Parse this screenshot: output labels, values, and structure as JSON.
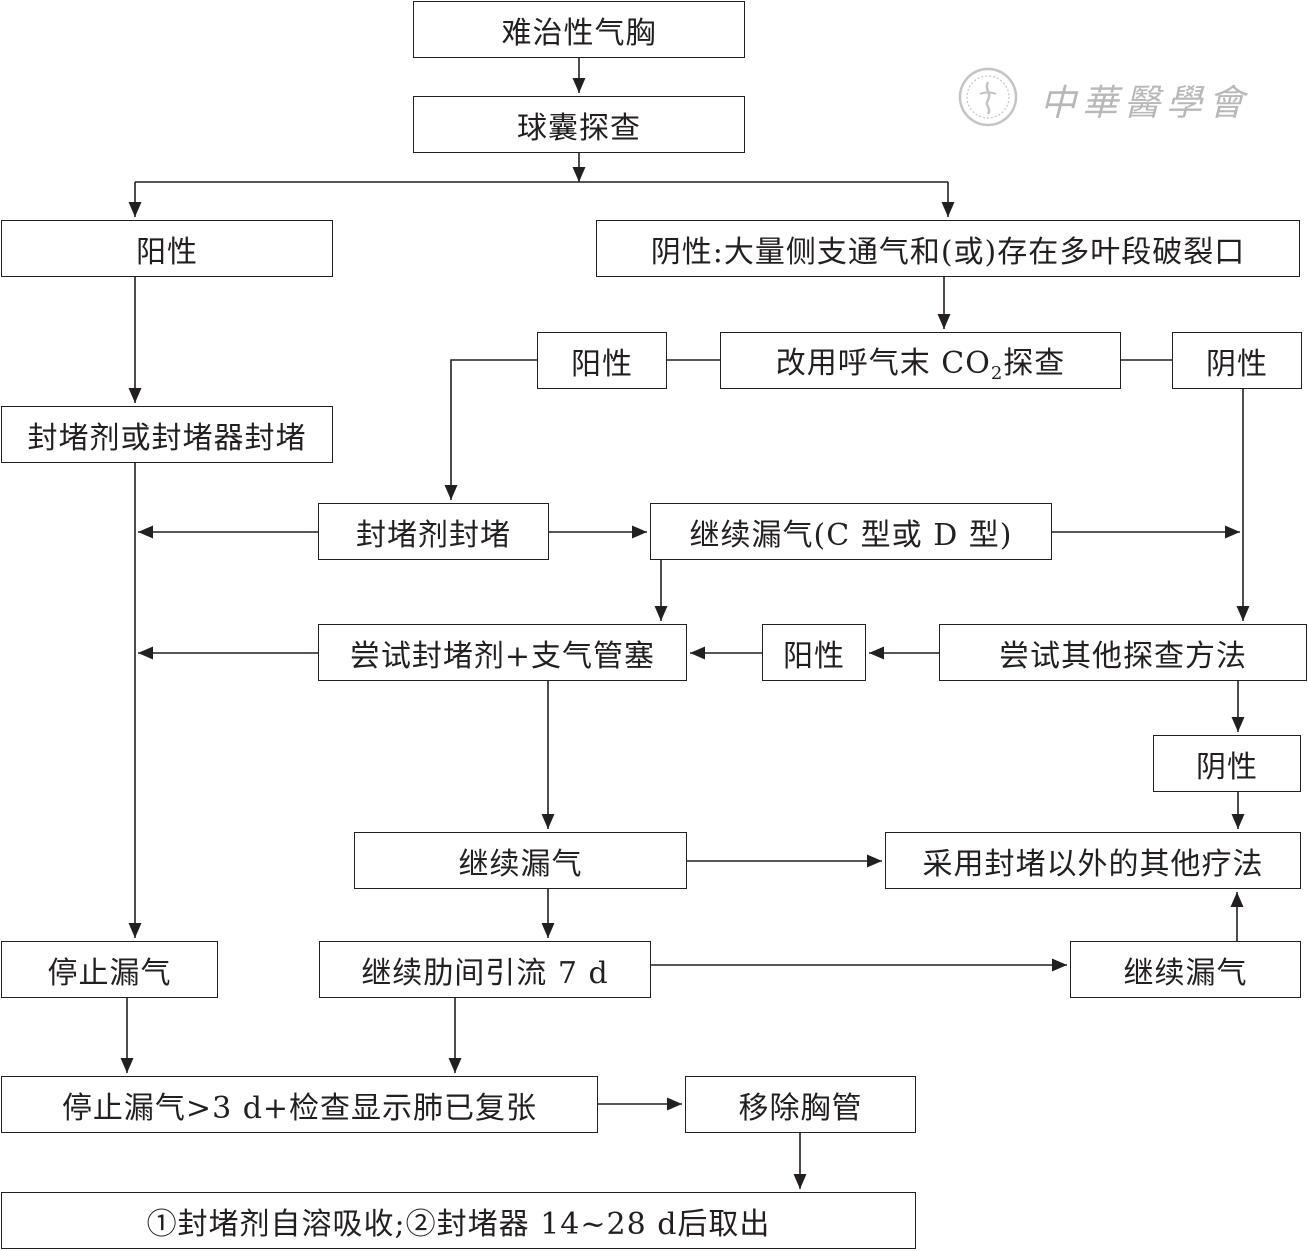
{
  "nodes": {
    "root": "难治性气胸",
    "balloon": "球囊探查",
    "pos1": "阳性",
    "neg1": "阴性:大量侧支通气和(或)存在多叶段破裂口",
    "seal1": "封堵剂或封堵器封堵",
    "co2_pre": "改用呼气末 CO",
    "co2_sub": "2",
    "co2_post": "探查",
    "pos2": "阳性",
    "neg2": "阴性",
    "sealant": "封堵剂封堵",
    "leak_cd": "继续漏气(C 型或 D 型)",
    "try_plug": "尝试封堵剂+支气管塞",
    "pos3": "阳性",
    "other_probe": "尝试其他探查方法",
    "neg3": "阴性",
    "leak2": "继续漏气",
    "other_tx": "采用封堵以外的其他疗法",
    "stop": "停止漏气",
    "drain": "继续肋间引流 7 d",
    "leak3": "继续漏气",
    "stop3d": "停止漏气>3 d+检查显示肺已复张",
    "remove": "移除胸管",
    "final": "①封堵剂自溶吸收;②封堵器 14~28 d后取出"
  },
  "watermark": {
    "text": "中華醫學會"
  }
}
